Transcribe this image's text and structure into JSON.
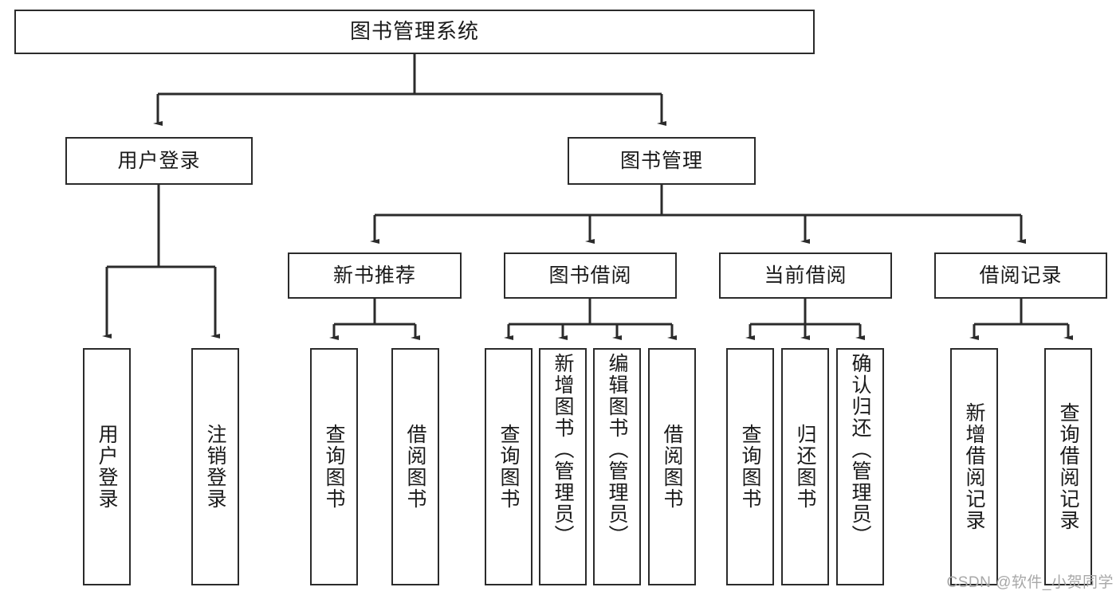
{
  "diagram": {
    "title": "图书管理系统",
    "type": "tree-hierarchy-diagram",
    "colors": {
      "stroke": "#2b2b2b",
      "fill": "#ffffff",
      "text": "#1a1a1a",
      "watermark": "#a8a8a8"
    },
    "root": {
      "label": "图书管理系统"
    },
    "level2": [
      {
        "label": "用户登录"
      },
      {
        "label": "图书管理"
      }
    ],
    "level3": [
      {
        "label": "新书推荐"
      },
      {
        "label": "图书借阅"
      },
      {
        "label": "当前借阅"
      },
      {
        "label": "借阅记录"
      }
    ],
    "leaves": {
      "user_login": [
        {
          "label": "用户登录"
        },
        {
          "label": "注销登录"
        }
      ],
      "new_book_recommend": [
        {
          "label": "查询图书"
        },
        {
          "label": "借阅图书"
        }
      ],
      "book_borrow": [
        {
          "label": "查询图书"
        },
        {
          "label": "新增图书（管理员）"
        },
        {
          "label": "编辑图书（管理员）"
        },
        {
          "label": "借阅图书"
        }
      ],
      "current_borrow": [
        {
          "label": "查询图书"
        },
        {
          "label": "归还图书"
        },
        {
          "label": "确认归还（管理员）"
        }
      ],
      "borrow_record": [
        {
          "label": "新增借阅记录"
        },
        {
          "label": "查询借阅记录"
        }
      ]
    }
  },
  "watermark": {
    "text": "CSDN @软件_小贺同学"
  }
}
